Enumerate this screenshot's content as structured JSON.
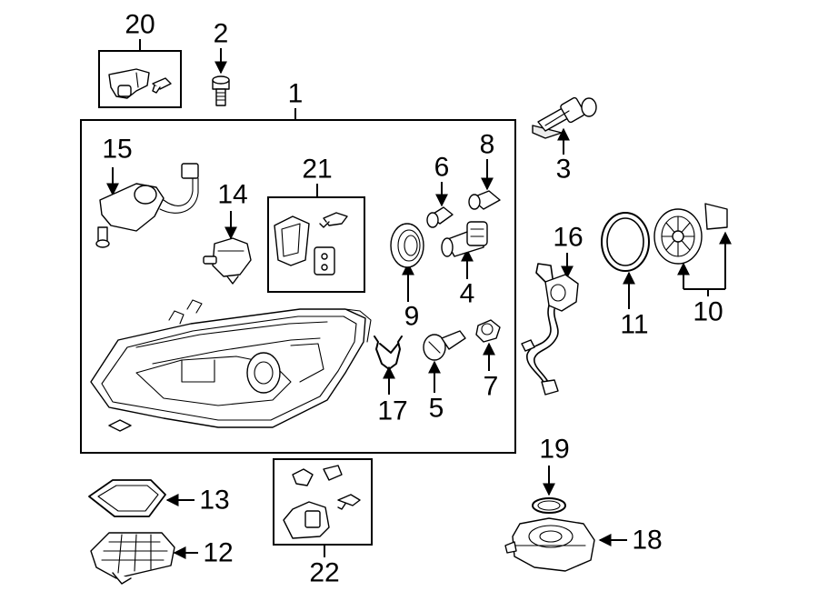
{
  "callouts": {
    "n1": "1",
    "n2": "2",
    "n3": "3",
    "n4": "4",
    "n5": "5",
    "n6": "6",
    "n7": "7",
    "n8": "8",
    "n9": "9",
    "n10": "10",
    "n11": "11",
    "n12": "12",
    "n13": "13",
    "n14": "14",
    "n15": "15",
    "n16": "16",
    "n17": "17",
    "n18": "18",
    "n19": "19",
    "n20": "20",
    "n21": "21",
    "n22": "22"
  }
}
